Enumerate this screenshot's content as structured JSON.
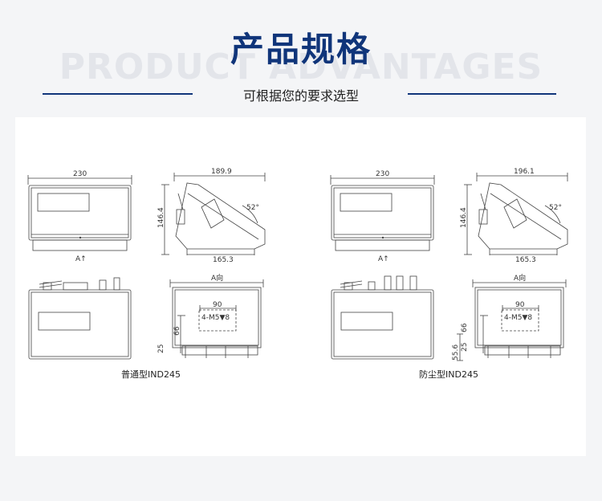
{
  "header": {
    "title": "产品规格",
    "background_word": "PRODUCT ADVANTAGES",
    "subtitle": "可根据您的要求选型",
    "accent_color": "#10357a"
  },
  "left_model": {
    "caption": "普通型IND245",
    "front_width": "230",
    "side_top": "189.9",
    "side_bottom": "165.3",
    "side_height": "146.4",
    "side_angle": "52°",
    "front_arrow": "A↑",
    "view_label": "A向",
    "hole_spacing": "90",
    "hole_spec": "4-M5▼8",
    "vert_dim": "66",
    "bottom_dim": "25"
  },
  "right_model": {
    "caption": "防尘型IND245",
    "front_width": "230",
    "side_top": "196.1",
    "side_bottom": "165.3",
    "side_height": "146.4",
    "side_angle": "52°",
    "front_arrow": "A↑",
    "view_label": "A向",
    "hole_spacing": "90",
    "hole_spec": "4-M5▼8",
    "vert_dim": "66",
    "bottom_dim": "25",
    "extra_dim": "55.6"
  }
}
